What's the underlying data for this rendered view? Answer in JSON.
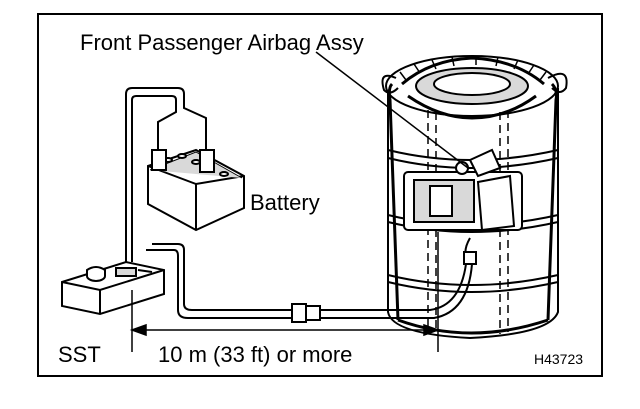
{
  "labels": {
    "airbag": "Front Passenger Airbag Assy",
    "battery": "Battery",
    "sst": "SST",
    "distance": "10 m (33 ft) or more",
    "figure_code": "H43723"
  },
  "colors": {
    "line": "#000000",
    "background": "#ffffff",
    "tire_shade": "#d9d9d9"
  },
  "icons": [
    "battery-icon",
    "sst-device-icon",
    "tire-stack-icon",
    "connector-icon",
    "airbag-module-icon"
  ]
}
